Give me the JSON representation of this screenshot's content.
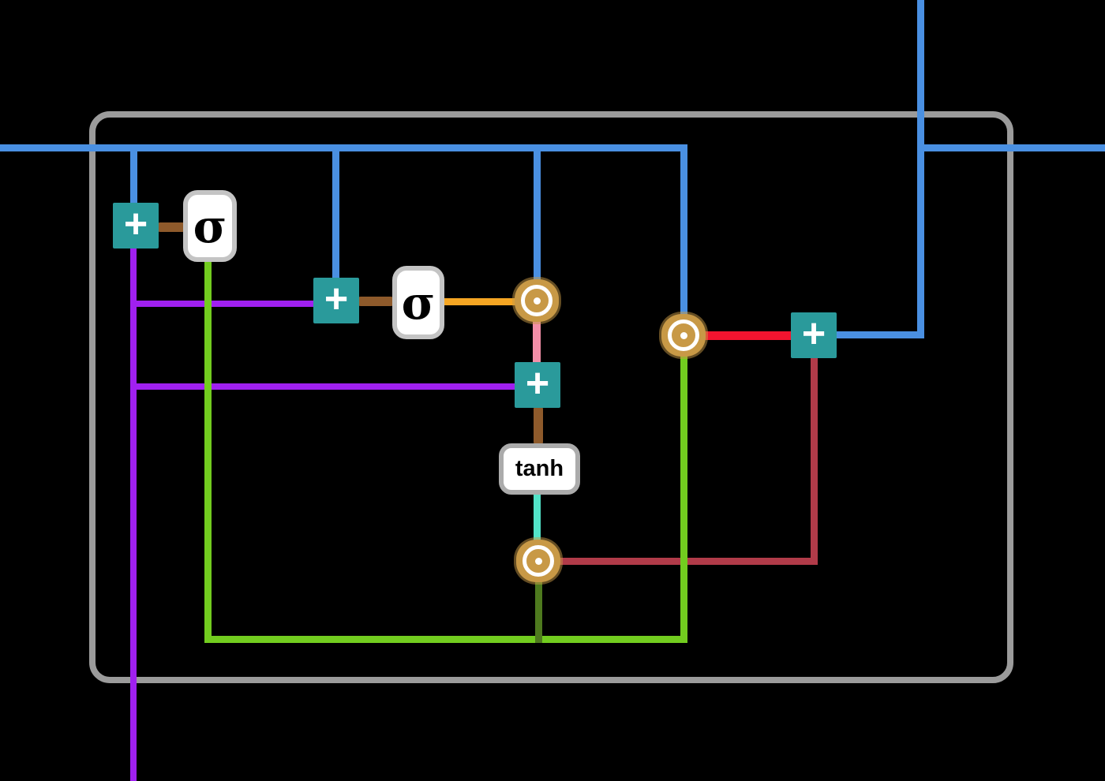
{
  "diagram": {
    "type": "recurrent-cell-diagram",
    "description": "Gated recurrent cell dataflow diagram on black background with rounded gray cell boundary"
  },
  "operators": {
    "add_label": "+",
    "sigmoid_label": "σ",
    "tanh_label": "tanh"
  },
  "nodes": [
    {
      "id": "add-1",
      "type": "pointwise-add",
      "label": "+"
    },
    {
      "id": "sigmoid-1",
      "type": "sigmoid-activation",
      "label": "σ"
    },
    {
      "id": "add-2",
      "type": "pointwise-add",
      "label": "+"
    },
    {
      "id": "sigmoid-2",
      "type": "sigmoid-activation",
      "label": "σ"
    },
    {
      "id": "multiply-1",
      "type": "pointwise-multiply",
      "label": ""
    },
    {
      "id": "add-3",
      "type": "pointwise-add",
      "label": "+"
    },
    {
      "id": "tanh-1",
      "type": "tanh-activation",
      "label": "tanh"
    },
    {
      "id": "multiply-2",
      "type": "pointwise-multiply",
      "label": ""
    },
    {
      "id": "multiply-3",
      "type": "pointwise-multiply",
      "label": ""
    },
    {
      "id": "add-4",
      "type": "pointwise-add",
      "label": "+"
    }
  ],
  "colors": {
    "background": "#000000",
    "cell_border": "#9B9B9B",
    "hidden_state_line": "#4A90E2",
    "input_line": "#A020F0",
    "gate_line": "#72CC1F",
    "candidate_join_line": "#4E7A1E",
    "tanh_output_line": "#52E3C8",
    "multiply1_output_line": "#F48FA8",
    "sigmoid2_output_line": "#F5A623",
    "multiply2_output_line": "#F2142F",
    "multiply3_output_line": "#B13B49",
    "operator_connector_line": "#8E5A2B",
    "add_box_fill": "#2A9A9B",
    "multiply_circle_fill": "#C89946",
    "function_box_fill": "#FFFFFF",
    "function_box_border": "#C4C4C4",
    "operator_symbol_color": "#FFFFFF",
    "function_symbol_color": "#000000"
  }
}
